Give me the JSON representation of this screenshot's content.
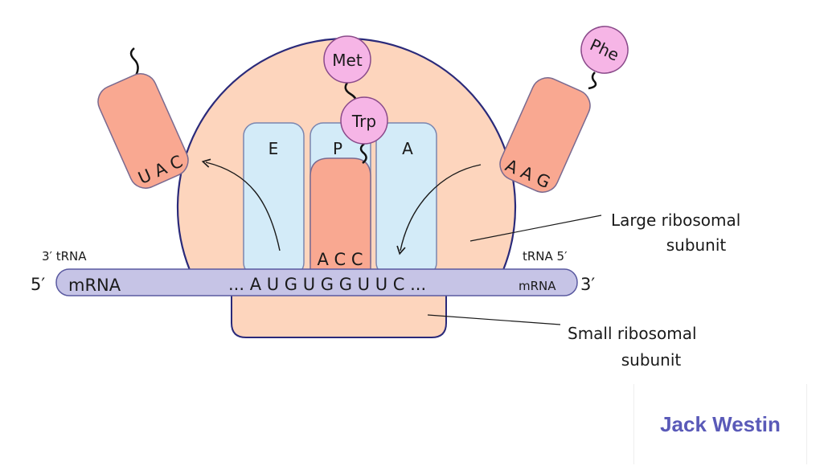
{
  "colors": {
    "large_subunit": "#fdd5bd",
    "outline": "#2a2a7a",
    "site": "#d3ebf8",
    "trna": "#f9a891",
    "amino_acid": "#f6b5e6",
    "mrna": "#c6c4e6",
    "brand": "#5a5ab8"
  },
  "sites": {
    "e": "E",
    "p": "P",
    "a": "A"
  },
  "amino_acids": {
    "met": "Met",
    "trp": "Trp",
    "phe": "Phe"
  },
  "trna": {
    "exiting_anticodon": "U A C",
    "p_site_anticodon": "A C C",
    "entering_anticodon": "A A G"
  },
  "mrna": {
    "five_prime": "5′",
    "three_prime": "3′",
    "left_label": "mRNA",
    "right_label": "mRNA",
    "sequence": "... A U G U G G U U C ..."
  },
  "labels": {
    "trna_left": "3′ tRNA",
    "trna_right": "tRNA 5′",
    "large_line1": "Large ribosomal",
    "large_line2": "subunit",
    "small_line1": "Small ribosomal",
    "small_line2": "subunit"
  },
  "brand": "Jack Westin"
}
